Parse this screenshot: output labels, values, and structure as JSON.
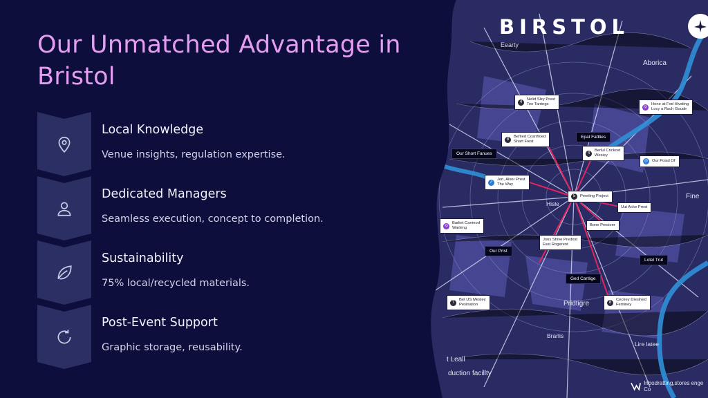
{
  "slide": {
    "title": "Our Unmatched Advantage in Bristol",
    "accent_color": "#e59df2"
  },
  "features": [
    {
      "icon": "location-pin-icon",
      "title": "Local Knowledge",
      "description": "Venue insights, regulation expertise."
    },
    {
      "icon": "person-icon",
      "title": "Dedicated Managers",
      "description": "Seamless execution, concept to completion."
    },
    {
      "icon": "leaf-icon",
      "title": "Sustainability",
      "description": "75% local/recycled materials."
    },
    {
      "icon": "refresh-icon",
      "title": "Post-Event Support",
      "description": "Graphic storage, reusability."
    }
  ],
  "map": {
    "title": "BIRSTOL",
    "subtitle": "Eearty",
    "places": [
      "Aborica",
      "Fine",
      "Hisle",
      "Pridtigre",
      "Brarlis",
      "Lire latee",
      "t Leall",
      "duction facillty"
    ],
    "callouts": [
      {
        "num": "4",
        "text": "Nelid Slzy Prest\nTee Tarrings",
        "style": "dark"
      },
      {
        "num": "◎",
        "text": "Hone at Fod Hivsting\nLocy a Rach Goude",
        "style": "purple"
      },
      {
        "num": "8",
        "text": "Berlied Cosnfroed\nShart Frest",
        "style": "dark"
      },
      {
        "num": "4",
        "text": "Berlul Crickost\nWesiey",
        "style": "dark"
      },
      {
        "num": "◎",
        "text": "Our Poisd Of",
        "style": "blue"
      },
      {
        "num": "✓",
        "text": "Jon, Aiver Prest\nThe Way",
        "style": "blue"
      },
      {
        "num": "5",
        "text": "Pereling Project",
        "style": "dark"
      },
      {
        "num": "",
        "text": "Uut Acke Prest",
        "style": "none"
      },
      {
        "num": "◎",
        "text": "Barliet Canmod\nWarking",
        "style": "purple"
      },
      {
        "num": "",
        "text": "Bone Precioer",
        "style": "none"
      },
      {
        "num": "",
        "text": "Jons Shive Prediod\nFast Rogerent",
        "style": "none"
      },
      {
        "num": "7",
        "text": "Bet US Mestey\nPesination",
        "style": "dark"
      },
      {
        "num": "8",
        "text": "Cecirey Dieslned\nFeminey",
        "style": "dark"
      }
    ],
    "tags": [
      "Epat Fattlies",
      "Our Short Fanues",
      "Our Prist",
      "Lotel Trut",
      "Ged Cartlige"
    ],
    "footer": "Inbodratting,stores enge Co"
  }
}
